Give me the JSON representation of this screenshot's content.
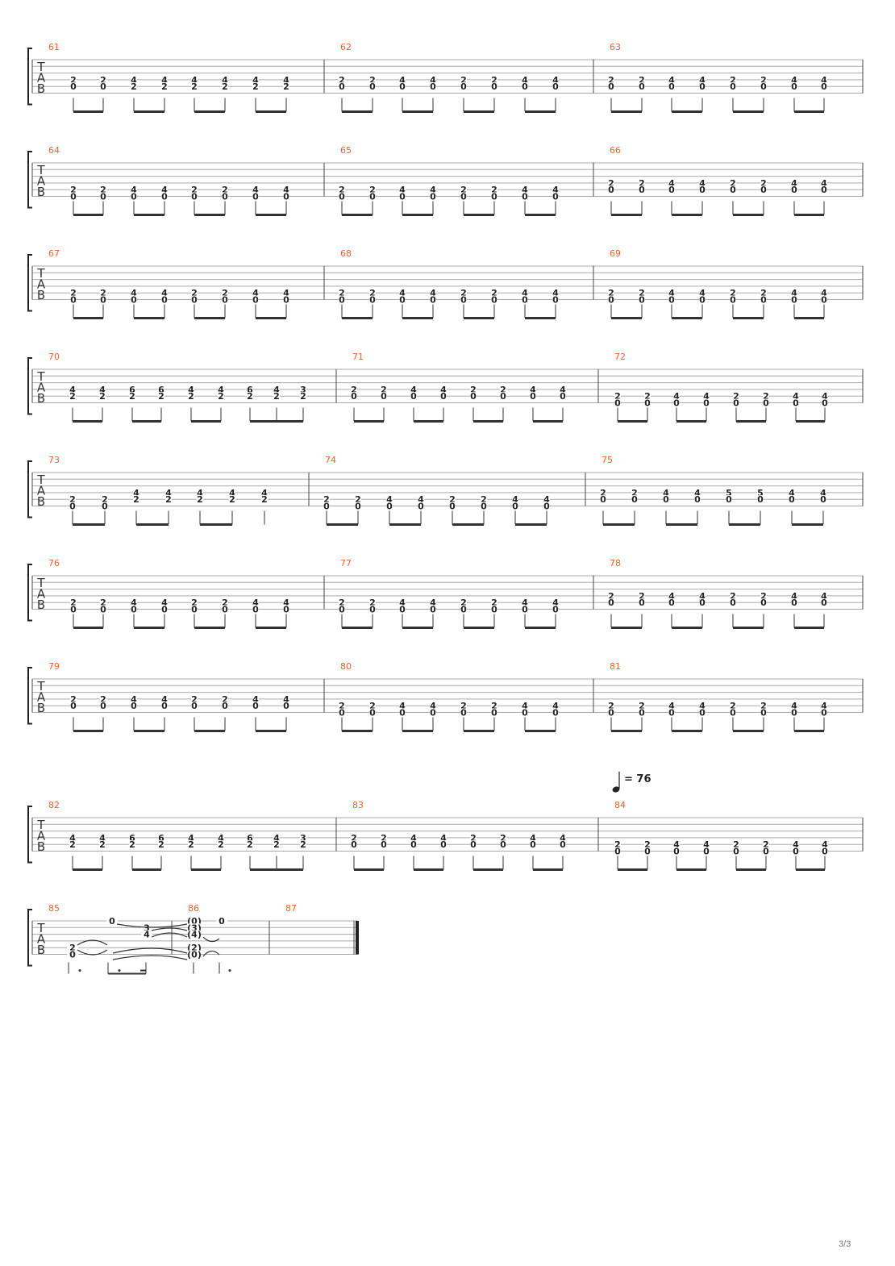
{
  "document": {
    "page_number": "3/3"
  },
  "tab_clef": [
    "T",
    "A",
    "B"
  ],
  "tempo": {
    "symbol": "quarter-note",
    "text": "= 76"
  },
  "systems": [
    {
      "measures": [
        {
          "number": "61",
          "columns": [
            [
              2,
              0
            ],
            [
              2,
              0
            ],
            [
              4,
              2
            ],
            [
              4,
              2
            ],
            [
              4,
              2
            ],
            [
              4,
              2
            ],
            [
              4,
              2
            ],
            [
              4,
              2
            ]
          ]
        },
        {
          "number": "62",
          "columns": [
            [
              2,
              0
            ],
            [
              2,
              0
            ],
            [
              4,
              0
            ],
            [
              4,
              0
            ],
            [
              2,
              0
            ],
            [
              2,
              0
            ],
            [
              4,
              0
            ],
            [
              4,
              0
            ]
          ]
        },
        {
          "number": "63",
          "columns": [
            [
              2,
              0
            ],
            [
              2,
              0
            ],
            [
              4,
              0
            ],
            [
              4,
              0
            ],
            [
              2,
              0
            ],
            [
              2,
              0
            ],
            [
              4,
              0
            ],
            [
              4,
              0
            ]
          ]
        }
      ]
    },
    {
      "measures": [
        {
          "number": "64",
          "columns": [
            [
              2,
              0
            ],
            [
              2,
              0
            ],
            [
              4,
              0
            ],
            [
              4,
              0
            ],
            [
              2,
              0
            ],
            [
              2,
              0
            ],
            [
              4,
              0
            ],
            [
              4,
              0
            ]
          ]
        },
        {
          "number": "65",
          "columns": [
            [
              2,
              0
            ],
            [
              2,
              0
            ],
            [
              4,
              0
            ],
            [
              4,
              0
            ],
            [
              2,
              0
            ],
            [
              2,
              0
            ],
            [
              4,
              0
            ],
            [
              4,
              0
            ]
          ]
        },
        {
          "number": "66",
          "columns": [
            [
              2,
              0
            ],
            [
              2,
              0
            ],
            [
              4,
              0
            ],
            [
              4,
              0
            ],
            [
              2,
              0
            ],
            [
              2,
              0
            ],
            [
              4,
              0
            ],
            [
              4,
              0
            ]
          ]
        }
      ]
    },
    {
      "measures": [
        {
          "number": "67",
          "columns": [
            [
              2,
              0
            ],
            [
              2,
              0
            ],
            [
              4,
              0
            ],
            [
              4,
              0
            ],
            [
              2,
              0
            ],
            [
              2,
              0
            ],
            [
              4,
              0
            ],
            [
              4,
              0
            ]
          ]
        },
        {
          "number": "68",
          "columns": [
            [
              2,
              0
            ],
            [
              2,
              0
            ],
            [
              4,
              0
            ],
            [
              4,
              0
            ],
            [
              2,
              0
            ],
            [
              2,
              0
            ],
            [
              4,
              0
            ],
            [
              4,
              0
            ]
          ]
        },
        {
          "number": "69",
          "columns": [
            [
              2,
              0
            ],
            [
              2,
              0
            ],
            [
              4,
              0
            ],
            [
              4,
              0
            ],
            [
              2,
              0
            ],
            [
              2,
              0
            ],
            [
              4,
              0
            ],
            [
              4,
              0
            ]
          ]
        }
      ]
    },
    {
      "measures": [
        {
          "number": "70",
          "columns": [
            [
              4,
              2
            ],
            [
              4,
              2
            ],
            [
              6,
              2
            ],
            [
              6,
              2
            ],
            [
              4,
              2
            ],
            [
              4,
              2
            ],
            [
              6,
              2
            ],
            [
              4,
              2
            ],
            [
              3,
              2
            ]
          ]
        },
        {
          "number": "71",
          "columns": [
            [
              2,
              0
            ],
            [
              2,
              0
            ],
            [
              4,
              0
            ],
            [
              4,
              0
            ],
            [
              2,
              0
            ],
            [
              2,
              0
            ],
            [
              4,
              0
            ],
            [
              4,
              0
            ]
          ]
        },
        {
          "number": "72",
          "columns": [
            [
              2,
              0
            ],
            [
              2,
              0
            ],
            [
              4,
              0
            ],
            [
              4,
              0
            ],
            [
              2,
              0
            ],
            [
              2,
              0
            ],
            [
              4,
              0
            ],
            [
              4,
              0
            ]
          ]
        }
      ]
    },
    {
      "measures": [
        {
          "number": "73",
          "columns": [
            [
              2,
              0
            ],
            [
              2,
              0
            ],
            [
              4,
              2
            ],
            [
              4,
              2
            ],
            [
              4,
              2
            ],
            [
              4,
              2
            ],
            [
              4,
              2
            ]
          ]
        },
        {
          "number": "74",
          "columns": [
            [
              2,
              0
            ],
            [
              2,
              0
            ],
            [
              4,
              0
            ],
            [
              4,
              0
            ],
            [
              2,
              0
            ],
            [
              2,
              0
            ],
            [
              4,
              0
            ],
            [
              4,
              0
            ]
          ]
        },
        {
          "number": "75",
          "columns": [
            [
              2,
              0
            ],
            [
              2,
              0
            ],
            [
              4,
              0
            ],
            [
              4,
              0
            ],
            [
              5,
              0
            ],
            [
              5,
              0
            ],
            [
              4,
              0
            ],
            [
              4,
              0
            ]
          ]
        }
      ]
    },
    {
      "measures": [
        {
          "number": "76",
          "columns": [
            [
              2,
              0
            ],
            [
              2,
              0
            ],
            [
              4,
              0
            ],
            [
              4,
              0
            ],
            [
              2,
              0
            ],
            [
              2,
              0
            ],
            [
              4,
              0
            ],
            [
              4,
              0
            ]
          ]
        },
        {
          "number": "77",
          "columns": [
            [
              2,
              0
            ],
            [
              2,
              0
            ],
            [
              4,
              0
            ],
            [
              4,
              0
            ],
            [
              2,
              0
            ],
            [
              2,
              0
            ],
            [
              4,
              0
            ],
            [
              4,
              0
            ]
          ]
        },
        {
          "number": "78",
          "columns": [
            [
              2,
              0
            ],
            [
              2,
              0
            ],
            [
              4,
              0
            ],
            [
              4,
              0
            ],
            [
              2,
              0
            ],
            [
              2,
              0
            ],
            [
              4,
              0
            ],
            [
              4,
              0
            ]
          ]
        }
      ]
    },
    {
      "measures": [
        {
          "number": "79",
          "columns": [
            [
              2,
              0
            ],
            [
              2,
              0
            ],
            [
              4,
              0
            ],
            [
              4,
              0
            ],
            [
              2,
              0
            ],
            [
              2,
              0
            ],
            [
              4,
              0
            ],
            [
              4,
              0
            ]
          ]
        },
        {
          "number": "80",
          "columns": [
            [
              2,
              0
            ],
            [
              2,
              0
            ],
            [
              4,
              0
            ],
            [
              4,
              0
            ],
            [
              2,
              0
            ],
            [
              2,
              0
            ],
            [
              4,
              0
            ],
            [
              4,
              0
            ]
          ]
        },
        {
          "number": "81",
          "columns": [
            [
              2,
              0
            ],
            [
              2,
              0
            ],
            [
              4,
              0
            ],
            [
              4,
              0
            ],
            [
              2,
              0
            ],
            [
              2,
              0
            ],
            [
              4,
              0
            ],
            [
              4,
              0
            ]
          ]
        }
      ]
    },
    {
      "measures": [
        {
          "number": "82",
          "columns": [
            [
              4,
              2
            ],
            [
              4,
              2
            ],
            [
              6,
              2
            ],
            [
              6,
              2
            ],
            [
              4,
              2
            ],
            [
              4,
              2
            ],
            [
              6,
              2
            ],
            [
              4,
              2
            ],
            [
              3,
              2
            ]
          ]
        },
        {
          "number": "83",
          "columns": [
            [
              2,
              0
            ],
            [
              2,
              0
            ],
            [
              4,
              0
            ],
            [
              4,
              0
            ],
            [
              2,
              0
            ],
            [
              2,
              0
            ],
            [
              4,
              0
            ],
            [
              4,
              0
            ]
          ]
        },
        {
          "number": "84",
          "columns": [
            [
              2,
              0
            ],
            [
              2,
              0
            ],
            [
              4,
              0
            ],
            [
              4,
              0
            ],
            [
              2,
              0
            ],
            [
              2,
              0
            ],
            [
              4,
              0
            ],
            [
              4,
              0
            ]
          ]
        }
      ]
    },
    {
      "measures": [
        {
          "number": "85",
          "notes": [
            "2",
            "0",
            "0",
            "3",
            "4"
          ]
        },
        {
          "number": "86",
          "notes": [
            "(0)",
            "(3)",
            "(4)",
            "(2)",
            "(0)",
            "0"
          ]
        },
        {
          "number": "87",
          "notes": []
        }
      ]
    }
  ]
}
